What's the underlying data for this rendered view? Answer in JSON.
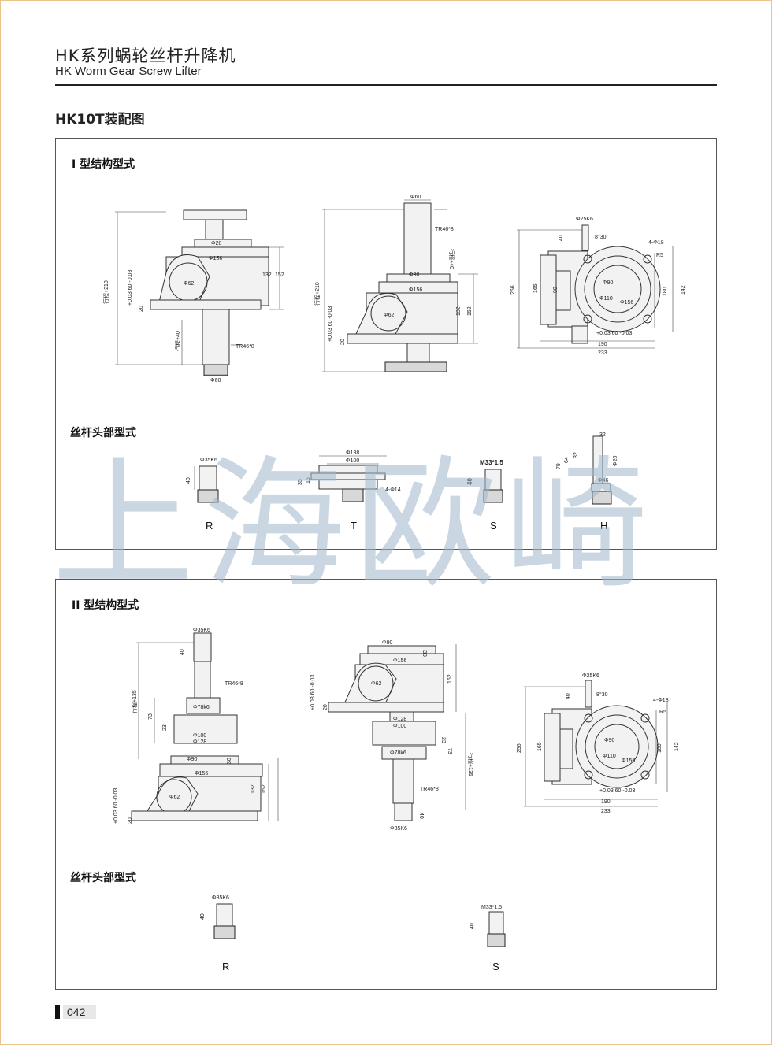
{
  "header": {
    "title_cn": "HK系列蜗轮丝杆升降机",
    "title_en": "HK Worm Gear Screw Lifter"
  },
  "section_title": "HK10T装配图",
  "panel1": {
    "label": "I 型结构型式",
    "drawing1": {
      "d_top": "Φ20",
      "d156": "Φ156",
      "phi62": "Φ62",
      "h132": "132",
      "h152": "152",
      "stroke": "行程+210",
      "tol": "+0.03 60 -0.03",
      "h20": "20",
      "stroke40": "行程+40",
      "tr": "TR46*8",
      "d60": "Φ60"
    },
    "drawing2": {
      "d60": "Φ60",
      "tr": "TR46*8",
      "stroke40": "行程+40",
      "d90": "Φ90",
      "d156": "Φ156",
      "phi62": "Φ62",
      "stroke": "行程+210",
      "tol": "+0.03 60 -0.03",
      "h20": "20",
      "h132": "132",
      "h152": "152"
    },
    "drawing3": {
      "shaft": "Φ25K6",
      "angle": "8°30",
      "holes": "4-Φ18",
      "r": "R5",
      "h40": "40",
      "h256": "256",
      "h165": "165",
      "h90": "90",
      "d90": "Φ90",
      "d110": "Φ110",
      "d156": "Φ156",
      "h180": "180",
      "h142": "142",
      "tol": "+0.03 60 -0.03",
      "w190": "190",
      "w233": "233"
    },
    "heads_label": "丝杆头部型式",
    "heads": [
      {
        "cap": "R",
        "dims": [
          "Φ35K6",
          "40"
        ]
      },
      {
        "cap": "T",
        "dims": [
          "Φ138",
          "Φ100",
          "35",
          "15",
          "4-Φ14"
        ]
      },
      {
        "cap": "S",
        "dims": [
          "M33*1.5",
          "40"
        ]
      },
      {
        "cap": "H",
        "dims": [
          "32",
          "79",
          "64",
          "32",
          "Φ20",
          "Φ46"
        ]
      }
    ]
  },
  "panel2": {
    "label": "II 型结构型式",
    "drawing1": {
      "shaft": "Φ35K6",
      "h40": "40",
      "tr": "TR46*8",
      "stroke": "行程+135",
      "h73": "73",
      "h23": "23",
      "d78": "Φ78k6",
      "d100": "Φ100",
      "d128": "Φ128",
      "d90": "Φ90",
      "h30": "30",
      "d156": "Φ156",
      "phi62": "Φ62",
      "h132": "132",
      "h152": "152",
      "tol": "+0.03 60 -0.03",
      "h20": "20"
    },
    "drawing2": {
      "d90": "Φ90",
      "h30": "30",
      "d156": "Φ156",
      "phi62": "Φ62",
      "h152": "152",
      "tol": "+0.03 60 -0.03",
      "h20": "20",
      "d128": "Φ128",
      "d100": "Φ100",
      "h23": "23",
      "d78": "Φ78k6",
      "h73": "73",
      "stroke": "行程+135",
      "tr": "TR46*8",
      "h40": "40",
      "shaft": "Φ35K6"
    },
    "drawing3": {
      "shaft": "Φ25K6",
      "angle": "8°30",
      "holes": "4-Φ18",
      "r": "R5",
      "h40": "40",
      "h256": "256",
      "h165": "165",
      "d90": "Φ90",
      "d110": "Φ110",
      "d156": "Φ156",
      "h180": "180",
      "h142": "142",
      "tol": "+0.03 60 -0.03",
      "w190": "190",
      "w233": "233"
    },
    "heads_label": "丝杆头部型式",
    "heads": [
      {
        "cap": "R",
        "dims": [
          "Φ35K6",
          "40"
        ]
      },
      {
        "cap": "S",
        "dims": [
          "M33*1.5",
          "40"
        ]
      }
    ]
  },
  "watermark": "上海欧崎",
  "page_number": "042"
}
